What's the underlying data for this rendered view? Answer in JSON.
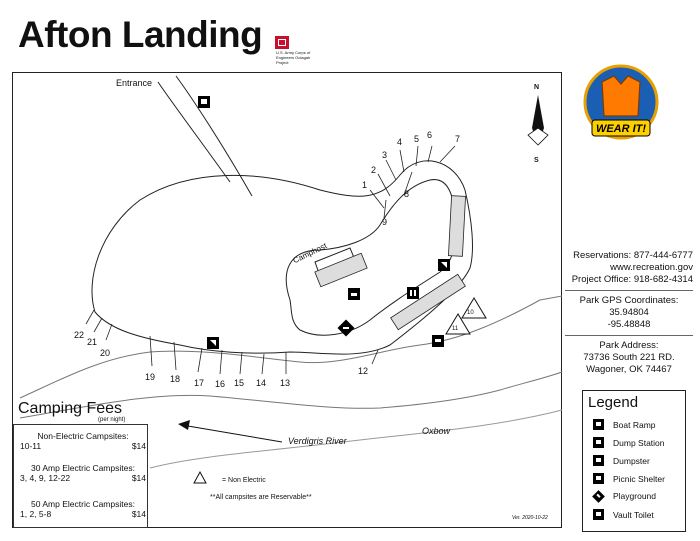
{
  "title": "Afton Landing",
  "agency_logo": {
    "text": "U.S. Army Corps of Engineers Oolagah Project",
    "color": "#c8102e"
  },
  "wear_it_logo": {
    "text": "WEAR IT!",
    "icon": "life-jacket-icon"
  },
  "map": {
    "entrance_label": "Entrance",
    "camphost_label": "Camphost",
    "river_label": "Verdigris River",
    "oxbow_label": "Oxbow",
    "north": "N",
    "south": "S",
    "campsites": [
      "1",
      "2",
      "3",
      "4",
      "5",
      "6",
      "7",
      "8",
      "9",
      "12",
      "13",
      "14",
      "15",
      "16",
      "17",
      "18",
      "19",
      "20",
      "21",
      "22"
    ],
    "non_electric_sites": [
      "10",
      "11"
    ]
  },
  "info": {
    "reservations": "Reservations:  877-444-6777",
    "website": "www.recreation.gov",
    "project_office": "Project Office:  918-682-4314",
    "gps_label": "Park GPS Coordinates:",
    "lat": "35.94804",
    "lon": "-95.48848",
    "address_label": "Park Address:",
    "address_line1": "73736 South 221 RD.",
    "address_line2": "Wagoner, OK 74467"
  },
  "fees": {
    "title": "Camping Fees",
    "subtitle": "(per night)",
    "groups": [
      {
        "heading": "Non-Electric Campsites:",
        "sites": "10-11",
        "price": "$14"
      },
      {
        "heading": "30 Amp Electric Campsites:",
        "sites": "3, 4, 9, 12-22",
        "price": "$14"
      },
      {
        "heading": "50 Amp Electric Campsites:",
        "sites": "1, 2, 5-8",
        "price": "$14"
      }
    ]
  },
  "non_electric_note": "= Non Electric",
  "reservable_note": "**All campsites are Reservable**",
  "version": "Ver. 2020-10-22",
  "legend": {
    "title": "Legend",
    "items": [
      {
        "label": "Boat Ramp",
        "icon": "boat-ramp-icon"
      },
      {
        "label": "Dump Station",
        "icon": "dump-station-icon"
      },
      {
        "label": "Dumpster",
        "icon": "dumpster-icon"
      },
      {
        "label": "Picnic Shelter",
        "icon": "picnic-shelter-icon"
      },
      {
        "label": "Playground",
        "icon": "playground-icon"
      },
      {
        "label": "Vault Toilet",
        "icon": "vault-toilet-icon"
      }
    ]
  }
}
